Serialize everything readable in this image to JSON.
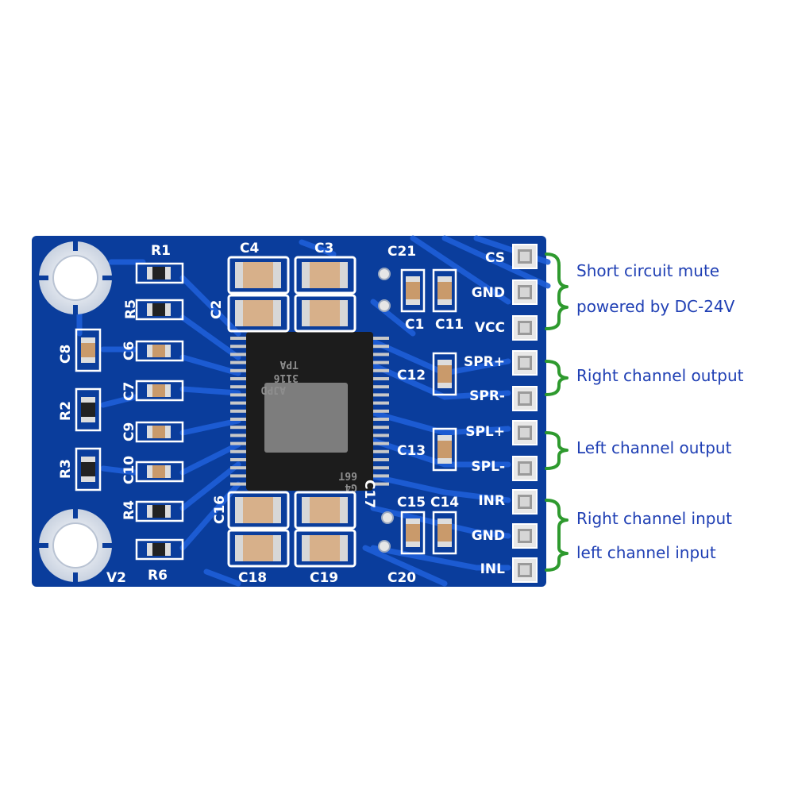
{
  "board": {
    "chip_text": [
      "TPA",
      "3116",
      "AJPD",
      "66T",
      "G4"
    ],
    "components": {
      "r1": "R1",
      "r2": "R2",
      "r3": "R3",
      "r4": "R4",
      "r5": "R5",
      "r6": "R6",
      "c1": "C1",
      "c2": "C2",
      "c3": "C3",
      "c4": "C4",
      "c6": "C6",
      "c7": "C7",
      "c8": "C8",
      "c9": "C9",
      "c10": "C10",
      "c11": "C11",
      "c12": "C12",
      "c13": "C13",
      "c14": "C14",
      "c15": "C15",
      "c16": "C16",
      "c17": "C17",
      "c18": "C18",
      "c19": "C19",
      "c20": "C20",
      "c21": "C21",
      "v2": "V2"
    },
    "pins": {
      "cs": "CS",
      "gnd1": "GND",
      "vcc": "VCC",
      "spr_plus": "SPR+",
      "spr_minus": "SPR-",
      "spl_plus": "SPL+",
      "spl_minus": "SPL-",
      "inr": "INR",
      "gnd2": "GND",
      "inl": "INL"
    }
  },
  "annotations": {
    "short_circuit_mute": "Short circuit mute",
    "powered_by": "powered by DC-24V",
    "right_output": "Right channel output",
    "left_output": "Left channel output",
    "right_input": "Right channel input",
    "left_input": "left channel input"
  },
  "colors": {
    "pcb": "#0a3d9c",
    "trace": "#1e5fd8",
    "bracket": "#2e9a2e",
    "annotation": "#1f3fb4"
  }
}
